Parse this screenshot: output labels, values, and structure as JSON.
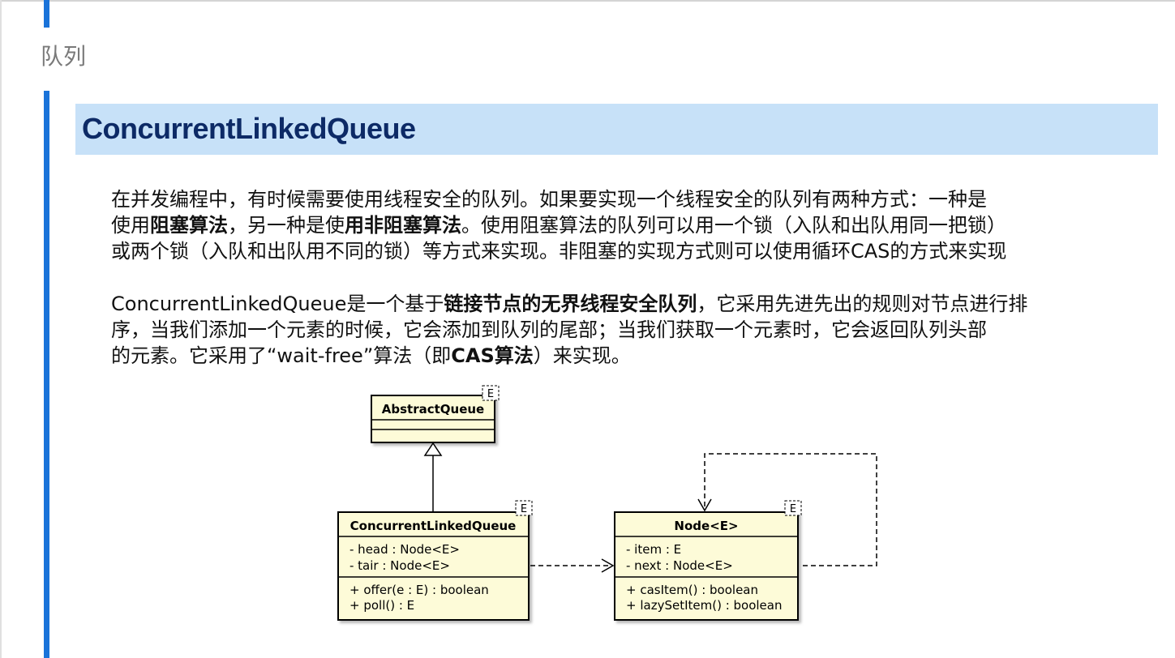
{
  "section": {
    "heading": "队列"
  },
  "title": "ConcurrentLinkedQueue",
  "paragraph1": {
    "line1": "在并发编程中，有时候需要使用线程安全的队列。如果要实现一个线程安全的队列有两种方式：一种是",
    "line2_a": "使用",
    "line2_b": "阻塞算法",
    "line2_c": "，另一种是使",
    "line2_d": "用非阻塞算法",
    "line2_e": "。使用阻塞算法的队列可以用一个锁（入队和出队用同一把锁）",
    "line3": "或两个锁（入队和出队用不同的锁）等方式来实现。非阻塞的实现方式则可以使用循环CAS的方式来实现"
  },
  "paragraph2": {
    "line1_a": "ConcurrentLinkedQueue是一个基于",
    "line1_b": "链接节点的无界线程安全队列",
    "line1_c": "，它采用先进先出的规则对节点进行排",
    "line2": "序，当我们添加一个元素的时候，它会添加到队列的尾部；当我们获取一个元素时，它会返回队列头部",
    "line3_a": "的元素。它采用了“wait-free”算法（即",
    "line3_b": "CAS算法",
    "line3_c": "）来实现。"
  },
  "diagram": {
    "colors": {
      "class_fill": "#fdfbd8",
      "stroke": "#000000"
    },
    "abstract_queue": {
      "name": "AbstractQueue",
      "type_param": "E"
    },
    "concurrent_linked_queue": {
      "name": "ConcurrentLinkedQueue",
      "type_param": "E",
      "fields": [
        "- head : Node<E>",
        "- tair : Node<E>"
      ],
      "methods": [
        "+ offer(e : E) : boolean",
        "+ poll() : E"
      ]
    },
    "node": {
      "name": "Node<E>",
      "type_param": "E",
      "fields": [
        "- item : E",
        "- next : Node<E>"
      ],
      "methods": [
        "+ casItem() : boolean",
        "+ lazySetItem() : boolean"
      ]
    }
  }
}
